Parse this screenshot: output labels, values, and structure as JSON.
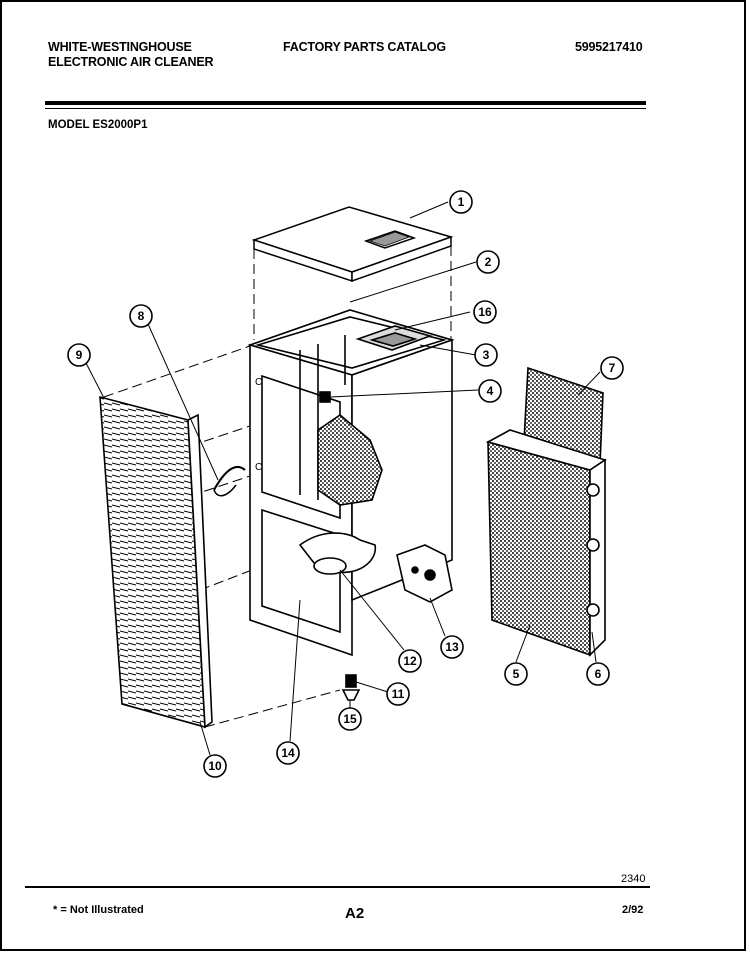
{
  "header": {
    "brand_line1": "WHITE-WESTINGHOUSE",
    "brand_line2": "ELECTRONIC AIR CLEANER",
    "catalog_title": "FACTORY PARTS CATALOG",
    "catalog_number": "5995217410",
    "model": "MODEL ES2000P1"
  },
  "callouts": [
    "1",
    "2",
    "3",
    "4",
    "5",
    "6",
    "7",
    "8",
    "9",
    "10",
    "11",
    "12",
    "13",
    "14",
    "15",
    "16"
  ],
  "footer": {
    "drawing_number": "2340",
    "note": "* = Not Illustrated",
    "page": "A2",
    "date": "2/92"
  }
}
